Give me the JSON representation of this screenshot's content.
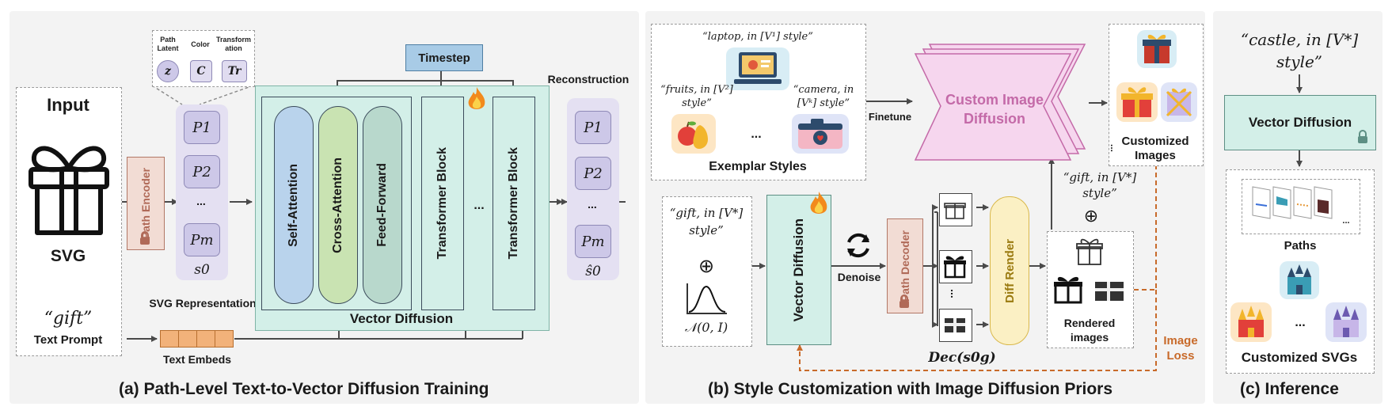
{
  "panel_a": {
    "caption": "(a) Path-Level Text-to-Vector Diffusion Training",
    "input_label": "Input",
    "svg_label": "SVG",
    "text_prompt_quote": "“gift”",
    "text_prompt_label": "Text Prompt",
    "path_encoder_label": "Path Encoder",
    "tokens": [
      "P1",
      "P2",
      "Pm"
    ],
    "s0_label": "s0",
    "svg_representation_label": "SVG Representation",
    "attr_headers": [
      "Path Latent",
      "Color",
      "Transformation"
    ],
    "attr_symbols": [
      "z",
      "C",
      "Tr"
    ],
    "timestep_label": "Timestep",
    "blocks": [
      "Self-Attention",
      "Cross-Attention",
      "Feed-Forward"
    ],
    "transformer_label": "Transformer Block",
    "ellipsis": "...",
    "vector_diffusion_label": "Vector Diffusion",
    "text_embeds_label": "Text Embeds",
    "reconstruction_label": "Reconstruction",
    "recon_tokens": [
      "P1",
      "P2",
      "Pm"
    ],
    "s0_hat_label": "ŝ0",
    "colors": {
      "encoder": "#f2dcd4",
      "tokens": "#cdc8e8",
      "vd_box": "#d3efe8",
      "self_attn": "#b9d3ec",
      "cross_attn": "#c9e3b2",
      "ff": "#b8d8cc",
      "timestep": "#a8cbe6",
      "embeds": "#f2b27a"
    }
  },
  "panel_b": {
    "caption": "(b) Style Customization with Image Diffusion Priors",
    "exemplar_quotes": [
      "“laptop, in [V¹] style”",
      "“fruits, in [V²] style”",
      "“camera, in [Vᵏ] style”"
    ],
    "ellipsis": "...",
    "exemplar_label": "Exemplar Styles",
    "finetune_label": "Finetune",
    "custom_diffusion_label": "Custom Image Diffusion",
    "customized_images_label": "Customized Images",
    "gift_prompt": "“gift, in [V*] style”",
    "plus": "⊕",
    "normal_label": "𝒩(0, I)",
    "vector_diffusion_label": "Vector Diffusion",
    "denoise_label": "Denoise",
    "path_decoder_label": "Path Decoder",
    "diff_render_label": "Diff Render",
    "dec_label": "Dec(s0g)",
    "gift_prompt_right": "“gift, in [V*] style”",
    "rendered_label": "Rendered images",
    "image_loss_label": "Image Loss",
    "colors": {
      "custom_diffusion": "#f6d6ee",
      "custom_text": "#c46aa8",
      "vd": "#d3efe8",
      "decoder": "#f2dcd4",
      "render": "#fbf0c4",
      "loss": "#c86a2a"
    }
  },
  "panel_c": {
    "caption": "(c) Inference",
    "prompt": "“castle, in [V*] style”",
    "vector_diffusion_label": "Vector Diffusion",
    "paths_label": "Paths",
    "ellipsis": "...",
    "customized_svgs_label": "Customized SVGs"
  },
  "icons": [
    "gift-icon",
    "lock-icon",
    "fire-icon",
    "refresh-icon",
    "castle-icon",
    "laptop-icon",
    "camera-icon",
    "fruits-icon",
    "gaussian-icon"
  ]
}
